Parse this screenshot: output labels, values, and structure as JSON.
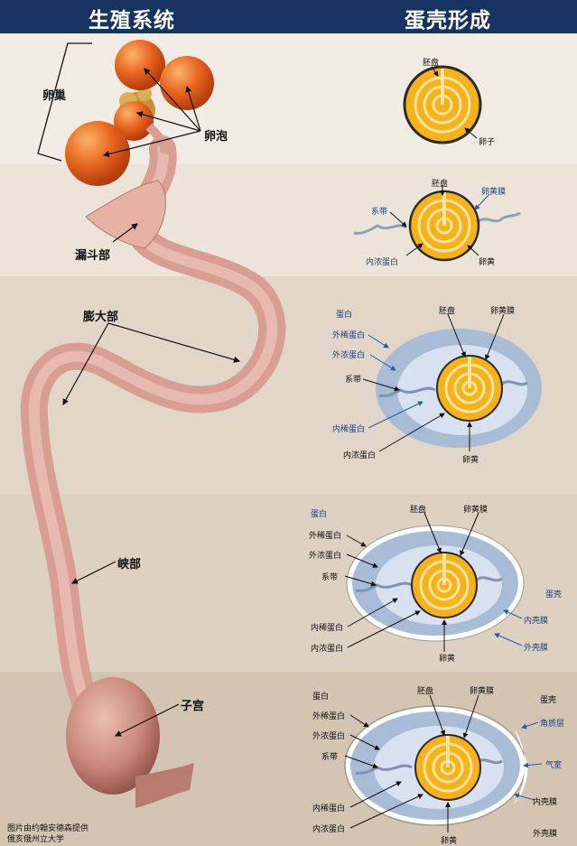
{
  "header": {
    "left_title": "生殖系统",
    "right_title": "蛋壳形成"
  },
  "anatomy": {
    "ovary": "卵巢",
    "follicle": "卵泡",
    "infundibulum": "漏斗部",
    "magnum": "膨大部",
    "isthmus": "峡部",
    "uterus": "子宫"
  },
  "credit": {
    "line1": "图片由约翰安德森提供",
    "line2": "俄亥俄州立大学"
  },
  "stage1": {
    "germinal_disc": "胚盘",
    "ovum": "卵子"
  },
  "stage2": {
    "germinal_disc": "胚盘",
    "vitelline_membrane": "卵黄膜",
    "chalaza": "系带",
    "inner_thick_albumen": "内浓蛋白",
    "yolk": "卵黄"
  },
  "stage3": {
    "albumen": "蛋白",
    "outer_thin": "外稀蛋白",
    "outer_thick": "外浓蛋白",
    "chalaza": "系带",
    "inner_thin": "内稀蛋白",
    "inner_thick": "内浓蛋白",
    "germinal_disc": "胚盘",
    "vitelline_membrane": "卵黄膜",
    "yolk": "卵黄"
  },
  "stage4": {
    "albumen": "蛋白",
    "outer_thin": "外稀蛋白",
    "outer_thick": "外浓蛋白",
    "chalaza": "系带",
    "inner_thin": "内稀蛋白",
    "inner_thick": "内浓蛋白",
    "germinal_disc": "胚盘",
    "vitelline_membrane": "卵黄膜",
    "yolk": "卵黄",
    "eggshell": "蛋壳",
    "inner_shell_membrane": "内壳膜",
    "outer_shell_membrane": "外壳膜"
  },
  "stage5": {
    "albumen": "蛋白",
    "outer_thin": "外稀蛋白",
    "outer_thick": "外浓蛋白",
    "chalaza": "系带",
    "inner_thin": "内稀蛋白",
    "inner_thick": "内浓蛋白",
    "germinal_disc": "胚盘",
    "vitelline_membrane": "卵黄膜",
    "yolk": "卵黄",
    "eggshell": "蛋壳",
    "cuticle": "角质层",
    "air_cell": "气室",
    "inner_membrane": "内壳膜",
    "outer_membrane": "外壳膜"
  },
  "colors": {
    "header": "#17335f",
    "yolk": "#f6b21b",
    "albumen_outer": "#a9bcd6",
    "albumen_inner": "#d7e1ef",
    "tissue": "#d99a90",
    "ovary": "#e8641e"
  }
}
